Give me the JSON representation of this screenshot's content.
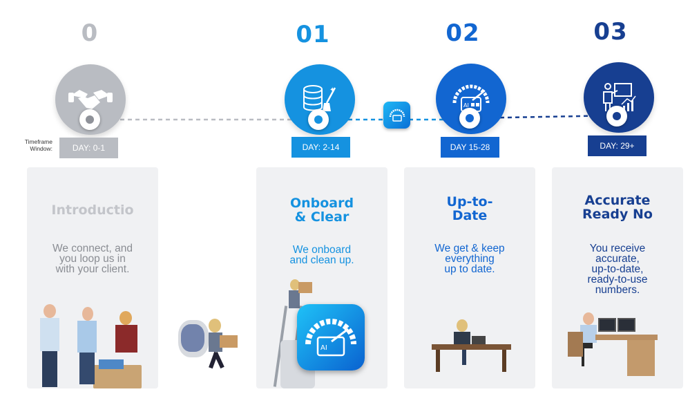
{
  "timeframe_label": "Timeframe\nWindow:",
  "center_badge_icon": "ai-dashboard-app-icon",
  "steps": [
    {
      "number": "0",
      "icon": "handshake-icon",
      "day": "DAY: 0-1",
      "title": "Introductio",
      "description": "We connect, and\nyou loop us in\nwith your client.",
      "color": "#b9bcc2",
      "title_color": "#c3c5ca",
      "desc_color": "#8a8d93",
      "illustration": "handshake-people-illustration"
    },
    {
      "number": "01",
      "icon": "database-cleanup-icon",
      "day": "DAY: 2-14",
      "title": "Onboard\n& Clear",
      "description": "We onboard\nand clean up.",
      "color": "#1592e0",
      "title_color": "#1592e0",
      "desc_color": "#1592e0",
      "illustration": "ladder-files-illustration"
    },
    {
      "number": "02",
      "icon": "ai-speedometer-icon",
      "day": "DAY 15-28",
      "title": "Up-to-\nDate",
      "description": "We get & keep\neverything\nup to date.",
      "color": "#1266d1",
      "title_color": "#1266d1",
      "desc_color": "#1266d1",
      "illustration": "desk-worker-illustration"
    },
    {
      "number": "03",
      "icon": "presentation-analytics-icon",
      "day": "DAY: 29+",
      "title": "Accurate\nReady No",
      "description": "You receive\naccurate,\nup-to-date,\nready-to-use\nnumbers.",
      "color": "#173f91",
      "title_color": "#173f91",
      "desc_color": "#173f91",
      "illustration": "analyst-workstation-illustration"
    }
  ],
  "colors": {
    "gray": "#b9bcc2",
    "light_blue": "#1592e0",
    "mid_blue": "#1266d1",
    "dark_blue": "#173f91",
    "card_bg": "#f0f1f3"
  }
}
